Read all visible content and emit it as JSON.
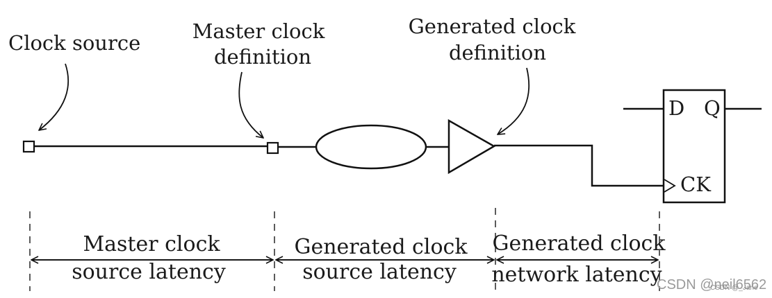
{
  "labels": {
    "clock_source": "Clock source",
    "master_def_line1": "Master clock",
    "master_def_line2": "definition",
    "generated_def_line1": "Generated clock",
    "generated_def_line2": "definition",
    "ff_d": "D",
    "ff_q": "Q",
    "ff_ck": "CK"
  },
  "latency": {
    "master_line1": "Master clock",
    "master_line2": "source latency",
    "gen_source_line1": "Generated clock",
    "gen_source_line2": "source latency",
    "gen_network_line1": "Generated clock",
    "gen_network_line2": "network latency"
  },
  "watermark": {
    "main": "CSDN @neil6562",
    "overlay": "CSDN @_Jane"
  }
}
